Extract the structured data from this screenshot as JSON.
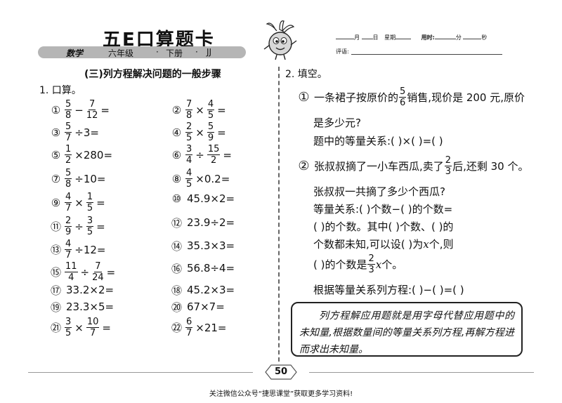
{
  "header": {
    "title": "五E口算题卡",
    "subject": "数学",
    "grade": "六年级",
    "dot": "·",
    "term": "下册",
    "edition": "JJ",
    "record": {
      "month": "月",
      "day": "日",
      "weekday": "星期",
      "time_label": "用时:",
      "minute": "分",
      "second": "秒"
    },
    "evaluation_label": "评语:"
  },
  "section_title": "(三)列方程解决问题的一般步骤",
  "q1": {
    "title": "1. 口算。",
    "problems": [
      {
        "num": "1",
        "parts": [
          {
            "f": [
              "5",
              "8"
            ]
          },
          {
            "t": "−"
          },
          {
            "f": [
              "7",
              "12"
            ]
          },
          {
            "t": "="
          }
        ]
      },
      {
        "num": "2",
        "parts": [
          {
            "f": [
              "7",
              "8"
            ]
          },
          {
            "t": "×"
          },
          {
            "f": [
              "4",
              "5"
            ]
          },
          {
            "t": "="
          }
        ]
      },
      {
        "num": "3",
        "parts": [
          {
            "f": [
              "5",
              "7"
            ]
          },
          {
            "t": "÷3="
          }
        ]
      },
      {
        "num": "4",
        "parts": [
          {
            "f": [
              "2",
              "5"
            ]
          },
          {
            "t": "×"
          },
          {
            "f": [
              "5",
              "9"
            ]
          },
          {
            "t": "="
          }
        ]
      },
      {
        "num": "5",
        "parts": [
          {
            "f": [
              "1",
              "2"
            ]
          },
          {
            "t": "×280="
          }
        ]
      },
      {
        "num": "6",
        "parts": [
          {
            "f": [
              "3",
              "4"
            ]
          },
          {
            "t": "÷"
          },
          {
            "f": [
              "15",
              "2"
            ]
          },
          {
            "t": "="
          }
        ]
      },
      {
        "num": "7",
        "parts": [
          {
            "f": [
              "5",
              "8"
            ]
          },
          {
            "t": "÷10="
          }
        ]
      },
      {
        "num": "8",
        "parts": [
          {
            "f": [
              "4",
              "5"
            ]
          },
          {
            "t": "×0.2="
          }
        ]
      },
      {
        "num": "9",
        "parts": [
          {
            "f": [
              "4",
              "7"
            ]
          },
          {
            "t": "×"
          },
          {
            "f": [
              "1",
              "5"
            ]
          },
          {
            "t": "="
          }
        ]
      },
      {
        "num": "10",
        "parts": [
          {
            "t": "45.9×2="
          }
        ]
      },
      {
        "num": "11",
        "parts": [
          {
            "f": [
              "2",
              "9"
            ]
          },
          {
            "t": "÷"
          },
          {
            "f": [
              "3",
              "5"
            ]
          },
          {
            "t": "="
          }
        ]
      },
      {
        "num": "12",
        "parts": [
          {
            "t": "23.9÷2="
          }
        ]
      },
      {
        "num": "13",
        "parts": [
          {
            "f": [
              "4",
              "7"
            ]
          },
          {
            "t": "÷12="
          }
        ]
      },
      {
        "num": "14",
        "parts": [
          {
            "t": "35.3×3="
          }
        ]
      },
      {
        "num": "15",
        "parts": [
          {
            "f": [
              "11",
              "4"
            ]
          },
          {
            "t": "÷"
          },
          {
            "f": [
              "7",
              "24"
            ]
          },
          {
            "t": "="
          }
        ]
      },
      {
        "num": "16",
        "parts": [
          {
            "t": "56.8÷4="
          }
        ]
      },
      {
        "num": "17",
        "parts": [
          {
            "t": "33.2×2="
          }
        ]
      },
      {
        "num": "18",
        "parts": [
          {
            "t": "45.2×3="
          }
        ]
      },
      {
        "num": "19",
        "parts": [
          {
            "t": "23.3×5="
          }
        ]
      },
      {
        "num": "20",
        "parts": [
          {
            "t": "67×7="
          }
        ]
      },
      {
        "num": "21",
        "parts": [
          {
            "f": [
              "3",
              "5"
            ]
          },
          {
            "t": "×"
          },
          {
            "f": [
              "10",
              "7"
            ]
          },
          {
            "t": "="
          }
        ]
      },
      {
        "num": "22",
        "parts": [
          {
            "f": [
              "6",
              "7"
            ]
          },
          {
            "t": "×21="
          }
        ]
      }
    ]
  },
  "q2": {
    "title": "2. 填空。",
    "p1_num": "1",
    "p1_line1_a": "一条裙子按原价的",
    "p1_frac": [
      "5",
      "6"
    ],
    "p1_line1_b": "销售,现价是 200 元,原价",
    "p1_line2": "是多少元?",
    "p1_line3": "题中的等量关系:(      )×(      )=(      )",
    "p2_num": "2",
    "p2_line1_a": "张叔叔摘了一小车西瓜,卖了",
    "p2_frac": [
      "2",
      "3"
    ],
    "p2_line1_b": "后,还剩 30 个。",
    "p2_line2": "张叔叔一共摘了多少个西瓜?",
    "p2_line3": "等量关系:(        )个数−(      )的个数=",
    "p2_line4": "(      )的个数。其中(        )个数、(      )的",
    "p2_line5_a": "个数都未知,可以设(             )为 ",
    "p2_line5_var": "x",
    "p2_line5_b": " 个,则",
    "p2_line6_a": "(      )的个数是",
    "p2_line6_frac": [
      "2",
      "3"
    ],
    "p2_line6_var": "x",
    "p2_line6_b": " 个。",
    "p2_line7": "根据等量关系列方程:(      )−(      )=(      )",
    "note": "列方程解应用题就是用字母代替应用题中的未知量,根据数量间的等量关系列方程,再解方程进而求出未知量。"
  },
  "footer": {
    "page_number": "50",
    "text": "关注微信公众号“捷思课堂”获取更多学习资料!"
  }
}
